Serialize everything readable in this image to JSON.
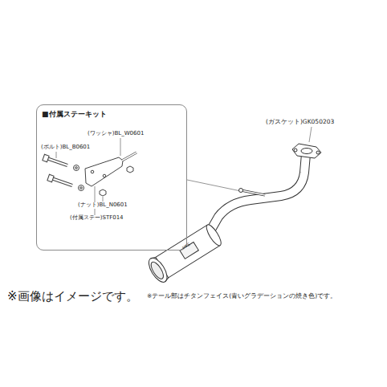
{
  "diagram": {
    "nodes": [
      {
        "text": [
          "■付属ステーキット"
        ]
      }
    ],
    "labels": [
      "(ボルト)BL_B0601",
      "(ワッシャ)BL_W0601",
      "(ナット)BL_N0601",
      "(付属ステー)STF014",
      "(ガスケット)GK050203",
      "HKS",
      "※画像はイメージです。",
      "※テール部はチタンフェイス(青いグラデーションの焼き色)です。"
    ]
  }
}
